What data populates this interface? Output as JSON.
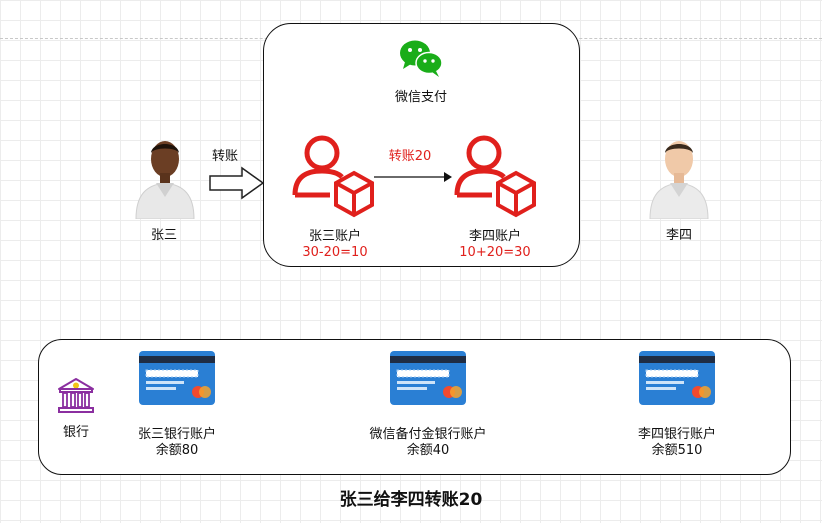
{
  "wechat_pay": {
    "label": "微信支付",
    "icon": "wechat-icon",
    "color": "#1aad19"
  },
  "people": {
    "zhangsan": {
      "name": "张三"
    },
    "lisi": {
      "name": "李四"
    }
  },
  "transfer_to_wechat": {
    "label": "转账"
  },
  "wechat_accounts": {
    "zhangsan": {
      "label": "张三账户",
      "calc": "30-20=10"
    },
    "lisi": {
      "label": "李四账户",
      "calc": "10+20=30"
    },
    "transfer_label": "转账20",
    "accent": "#e0201c"
  },
  "bank": {
    "label": "银行",
    "icon": "bank-icon",
    "icon_color": "#8b2fa0",
    "accounts": [
      {
        "name": "张三银行账户",
        "balance": "余额80"
      },
      {
        "name": "微信备付金银行账户",
        "balance": "余额40"
      },
      {
        "name": "李四银行账户",
        "balance": "余额510"
      }
    ],
    "card_color": "#2a7fd4"
  },
  "caption": "张三给李四转账20"
}
